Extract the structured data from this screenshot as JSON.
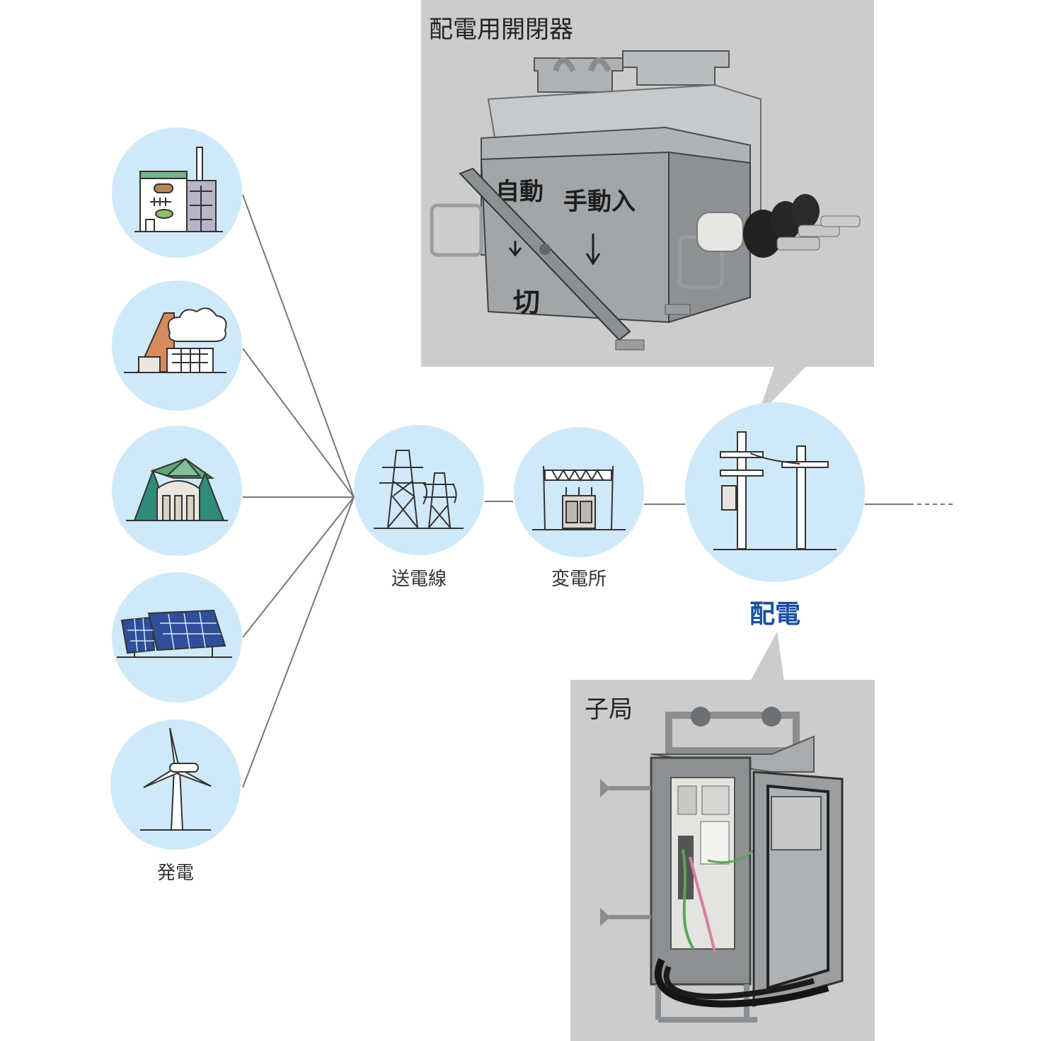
{
  "nodes": {
    "generation_label": "発電",
    "transmission_label": "送電線",
    "substation_label": "変電所",
    "distribution_label": "配電"
  },
  "panels": {
    "switch_title": "配電用開閉器",
    "remote_unit_title": "子局",
    "switch_markings": {
      "auto": "自動",
      "manual_on": "手動入",
      "off": "切"
    }
  },
  "colors": {
    "circle_fill": "#cfe9f8",
    "connector_line": "#777777",
    "highlight_label": "#1a4fa0",
    "panel_background": "#cccccc"
  }
}
